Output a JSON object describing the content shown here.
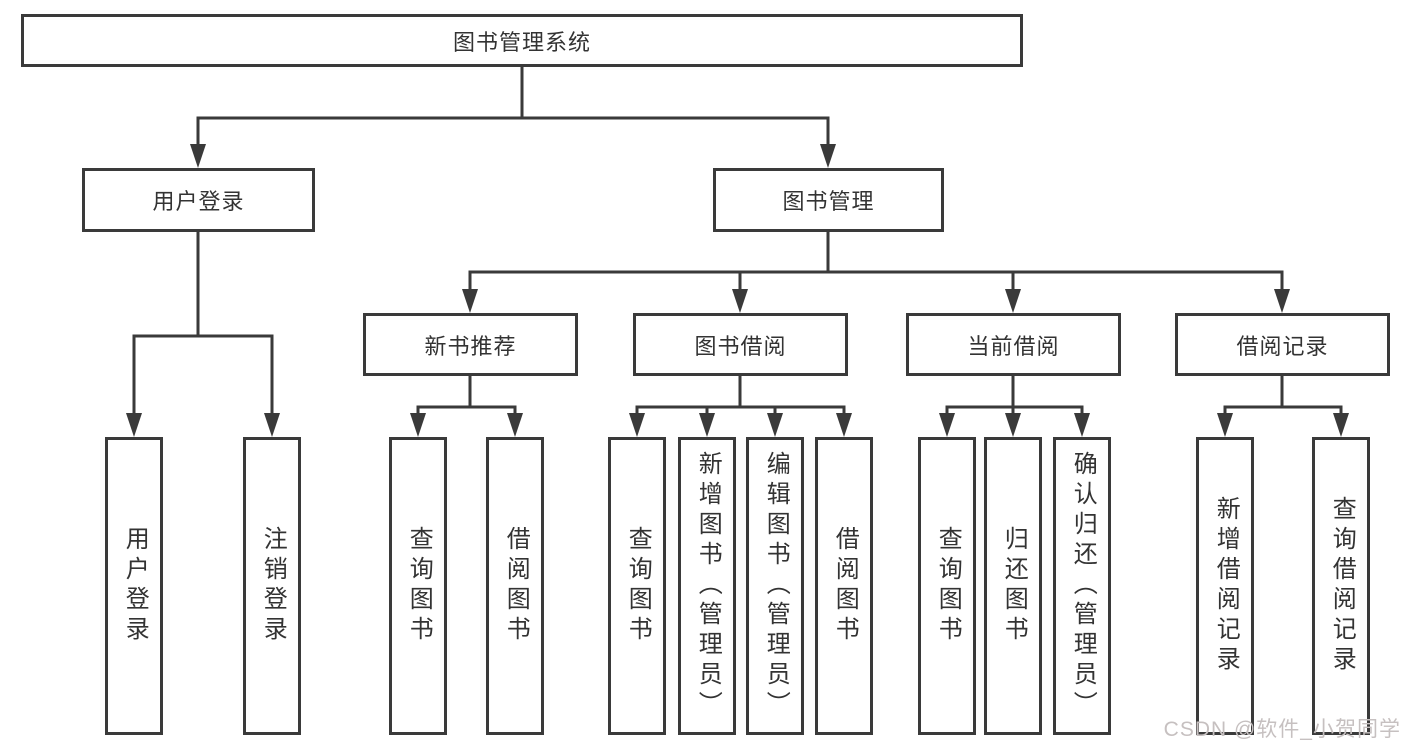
{
  "nodes": {
    "root": "图书管理系统",
    "branches": [
      {
        "label": "用户登录",
        "leaves": [
          "用户登录",
          "注销登录"
        ]
      },
      {
        "label": "图书管理",
        "groups": [
          {
            "label": "新书推荐",
            "leaves": [
              "查询图书",
              "借阅图书"
            ]
          },
          {
            "label": "图书借阅",
            "leaves": [
              "查询图书",
              "新增图书（管理员）",
              "编辑图书（管理员）",
              "借阅图书"
            ]
          },
          {
            "label": "当前借阅",
            "leaves": [
              "查询图书",
              "归还图书",
              "确认归还（管理员）"
            ]
          },
          {
            "label": "借阅记录",
            "leaves": [
              "新增借阅记录",
              "查询借阅记录"
            ]
          }
        ]
      }
    ]
  },
  "watermark": {
    "text": "CSDN @软件_小贺同学"
  },
  "colors": {
    "line": "#3a3a3a",
    "text": "#333333",
    "box_fill": "#ffffff",
    "watermark": "#c6c0c0",
    "background": "#ffffff"
  }
}
